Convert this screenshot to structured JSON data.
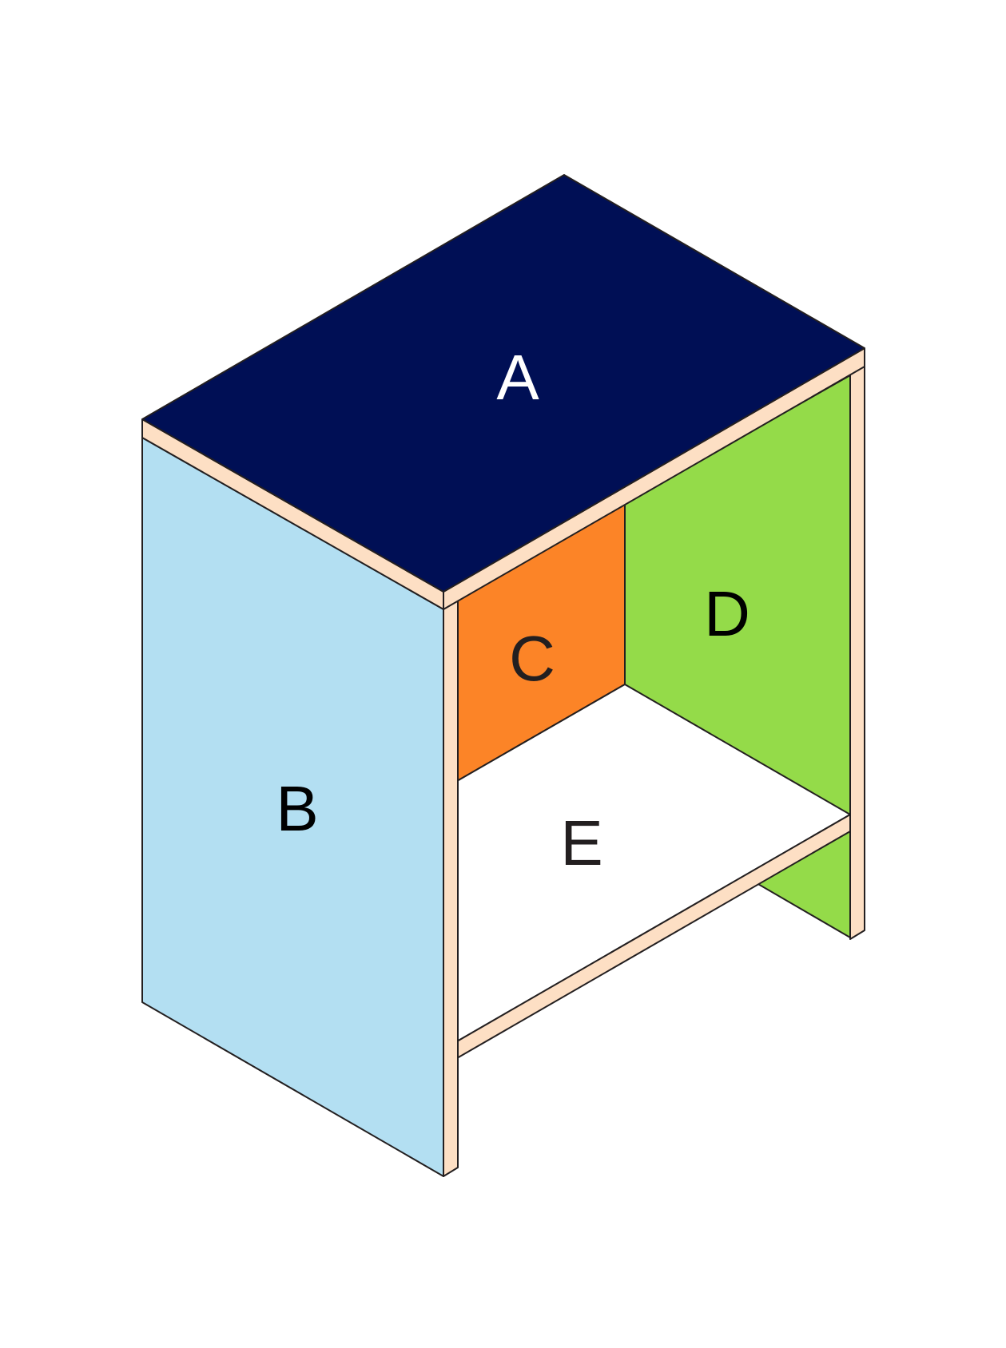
{
  "diagram": {
    "panels": [
      {
        "id": "A",
        "label": "A",
        "role": "top panel",
        "color": "#000f55",
        "label_color": "#ffffff"
      },
      {
        "id": "B",
        "label": "B",
        "role": "left side panel",
        "color": "#b3dff2",
        "label_color": "#000000"
      },
      {
        "id": "C",
        "label": "C",
        "role": "back panel",
        "color": "#fc8427",
        "label_color": "#231f20"
      },
      {
        "id": "D",
        "label": "D",
        "role": "right side panel",
        "color": "#94db49",
        "label_color": "#000000"
      },
      {
        "id": "E",
        "label": "E",
        "role": "bottom shelf",
        "color": "#ffffff",
        "label_color": "#231f20"
      }
    ],
    "edge_color": "#fddfc4",
    "outline_color": "#231f20"
  }
}
